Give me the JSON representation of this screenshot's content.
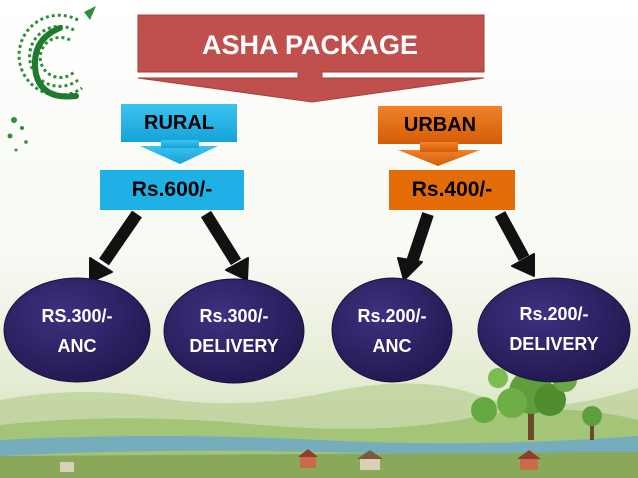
{
  "title": "ASHA PACKAGE",
  "rural": {
    "label": "RURAL",
    "amount": "Rs.600/-",
    "anc": {
      "line1": "RS.300/-",
      "line2": "ANC"
    },
    "delivery": {
      "line1": "Rs.300/-",
      "line2": "DELIVERY"
    }
  },
  "urban": {
    "label": "URBAN",
    "amount": "Rs.400/-",
    "anc": {
      "line1": "Rs.200/-",
      "line2": "ANC"
    },
    "delivery": {
      "line1": "Rs.200/-",
      "line2": "DELIVERY"
    }
  },
  "colors": {
    "title_fill": "#c0504d",
    "rural_fill": "#1fb1e6",
    "urban_fill": "#e36c09",
    "leaf_fill": "#2c1f5e",
    "arrow": "#111111"
  }
}
